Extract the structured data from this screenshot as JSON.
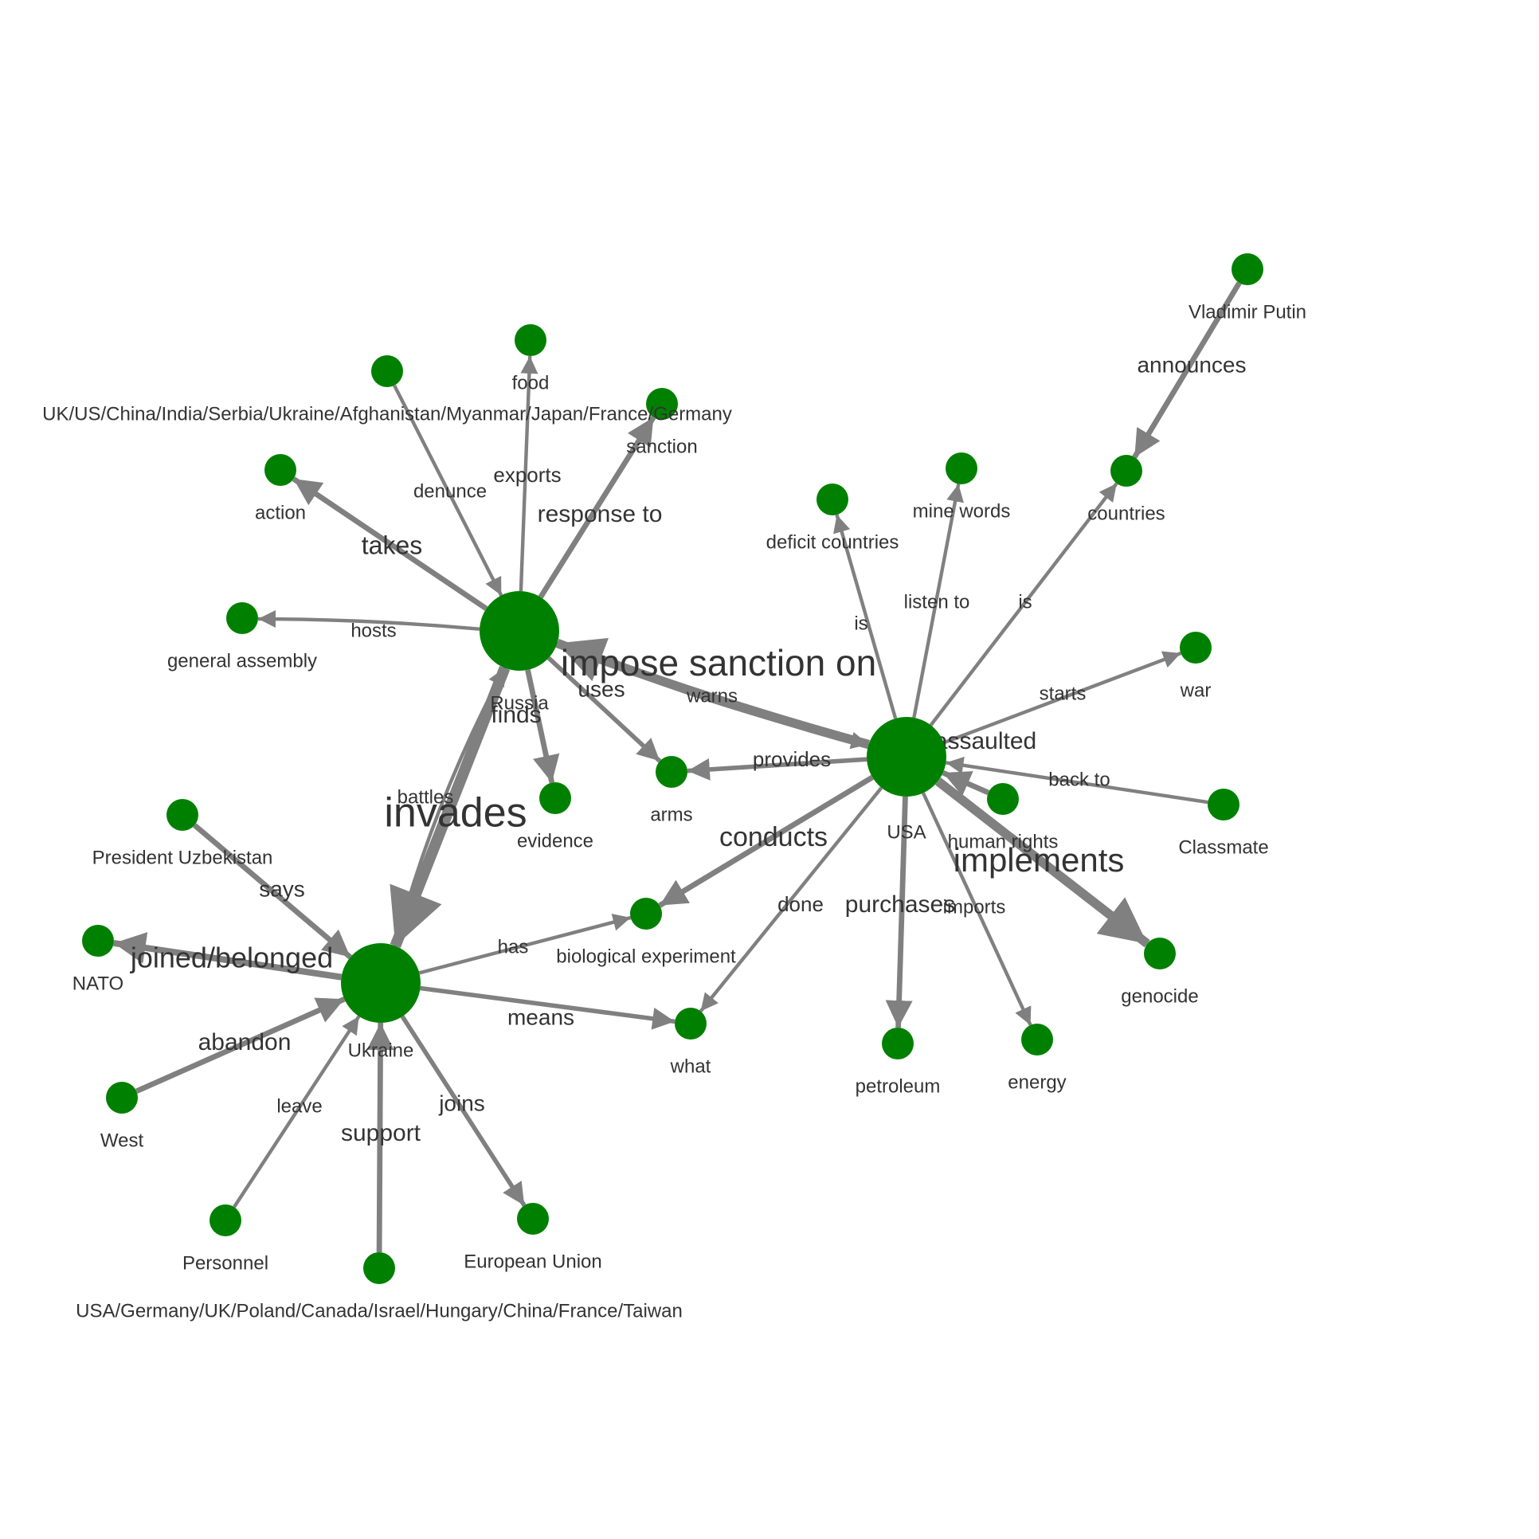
{
  "colors": {
    "node": "#008000",
    "edge": "#808080",
    "text": "#333333",
    "background": "#ffffff"
  },
  "nodes": [
    {
      "id": "russia",
      "label": "Russia",
      "size": "large"
    },
    {
      "id": "usa",
      "label": "USA",
      "size": "large"
    },
    {
      "id": "ukraine",
      "label": "Ukraine",
      "size": "large"
    },
    {
      "id": "vladimir_putin",
      "label": "Vladimir Putin",
      "size": "small"
    },
    {
      "id": "countries",
      "label": "countries",
      "size": "small"
    },
    {
      "id": "food",
      "label": "food",
      "size": "small"
    },
    {
      "id": "multi_countries",
      "label": "UK/US/China/India/Serbia/Ukraine/Afghanistan/Myanmar/Japan/France/Germany",
      "size": "small"
    },
    {
      "id": "sanction",
      "label": "sanction",
      "size": "small"
    },
    {
      "id": "action",
      "label": "action",
      "size": "small"
    },
    {
      "id": "general_assembly",
      "label": "general assembly",
      "size": "small"
    },
    {
      "id": "deficit_countries",
      "label": "deficit countries",
      "size": "small"
    },
    {
      "id": "mine_words",
      "label": "mine words",
      "size": "small"
    },
    {
      "id": "war",
      "label": "war",
      "size": "small"
    },
    {
      "id": "arms",
      "label": "arms",
      "size": "small"
    },
    {
      "id": "evidence",
      "label": "evidence",
      "size": "small"
    },
    {
      "id": "human_rights",
      "label": "human rights",
      "size": "small"
    },
    {
      "id": "classmate",
      "label": "Classmate",
      "size": "small"
    },
    {
      "id": "genocide",
      "label": "genocide",
      "size": "small"
    },
    {
      "id": "president_uzbekistan",
      "label": "President Uzbekistan",
      "size": "small"
    },
    {
      "id": "nato",
      "label": "NATO",
      "size": "small"
    },
    {
      "id": "biological_experiment",
      "label": "biological experiment",
      "size": "small"
    },
    {
      "id": "what",
      "label": "what",
      "size": "small"
    },
    {
      "id": "petroleum",
      "label": "petroleum",
      "size": "small"
    },
    {
      "id": "energy",
      "label": "energy",
      "size": "small"
    },
    {
      "id": "west",
      "label": "West",
      "size": "small"
    },
    {
      "id": "personnel",
      "label": "Personnel",
      "size": "small"
    },
    {
      "id": "supporters",
      "label": "USA/Germany/UK/Poland/Canada/Israel/Hungary/China/France/Taiwan",
      "size": "small"
    },
    {
      "id": "european_union",
      "label": "European Union",
      "size": "small"
    }
  ],
  "edges": [
    {
      "from": "vladimir_putin",
      "to": "countries",
      "label": "announces",
      "weight": 2
    },
    {
      "from": "russia",
      "to": "food",
      "label": "exports",
      "weight": 1
    },
    {
      "from": "multi_countries",
      "to": "russia",
      "label": "denunce",
      "weight": 1
    },
    {
      "from": "russia",
      "to": "sanction",
      "label": "response to",
      "weight": 2
    },
    {
      "from": "russia",
      "to": "action",
      "label": "takes",
      "weight": 2
    },
    {
      "from": "russia",
      "to": "general_assembly",
      "label": "hosts",
      "weight": 1
    },
    {
      "from": "usa",
      "to": "russia",
      "label": "impose sanction on",
      "weight": 4
    },
    {
      "from": "russia",
      "to": "usa",
      "label": "warns",
      "weight": 1
    },
    {
      "from": "russia",
      "to": "arms",
      "label": "uses",
      "weight": 1.5
    },
    {
      "from": "russia",
      "to": "evidence",
      "label": "finds",
      "weight": 2
    },
    {
      "from": "russia",
      "to": "ukraine",
      "label": "invades",
      "weight": 5
    },
    {
      "from": "ukraine",
      "to": "russia",
      "label": "battles",
      "weight": 1
    },
    {
      "from": "usa",
      "to": "deficit_countries",
      "label": "is",
      "weight": 1
    },
    {
      "from": "usa",
      "to": "mine_words",
      "label": "listen to",
      "weight": 1
    },
    {
      "from": "usa",
      "to": "countries",
      "label": "is",
      "weight": 1
    },
    {
      "from": "usa",
      "to": "war",
      "label": "starts",
      "weight": 1
    },
    {
      "from": "usa",
      "to": "arms",
      "label": "provides",
      "weight": 1.5
    },
    {
      "from": "human_rights",
      "to": "usa",
      "label": "assaulted",
      "weight": 2
    },
    {
      "from": "classmate",
      "to": "usa",
      "label": "back to",
      "weight": 1
    },
    {
      "from": "usa",
      "to": "genocide",
      "label": "implements",
      "weight": 4
    },
    {
      "from": "usa",
      "to": "biological_experiment",
      "label": "conducts",
      "weight": 2
    },
    {
      "from": "usa",
      "to": "what",
      "label": "done",
      "weight": 1
    },
    {
      "from": "usa",
      "to": "petroleum",
      "label": "purchases",
      "weight": 2
    },
    {
      "from": "usa",
      "to": "energy",
      "label": "imports",
      "weight": 1
    },
    {
      "from": "president_uzbekistan",
      "to": "ukraine",
      "label": "says",
      "weight": 2
    },
    {
      "from": "ukraine",
      "to": "nato",
      "label": "joined/belonged",
      "weight": 2.5
    },
    {
      "from": "ukraine",
      "to": "biological_experiment",
      "label": "has",
      "weight": 1
    },
    {
      "from": "ukraine",
      "to": "what",
      "label": "means",
      "weight": 1.5
    },
    {
      "from": "west",
      "to": "ukraine",
      "label": "abandon",
      "weight": 2
    },
    {
      "from": "personnel",
      "to": "ukraine",
      "label": "leave",
      "weight": 1
    },
    {
      "from": "supporters",
      "to": "ukraine",
      "label": "support",
      "weight": 2
    },
    {
      "from": "ukraine",
      "to": "european_union",
      "label": "joins",
      "weight": 1.5
    }
  ]
}
